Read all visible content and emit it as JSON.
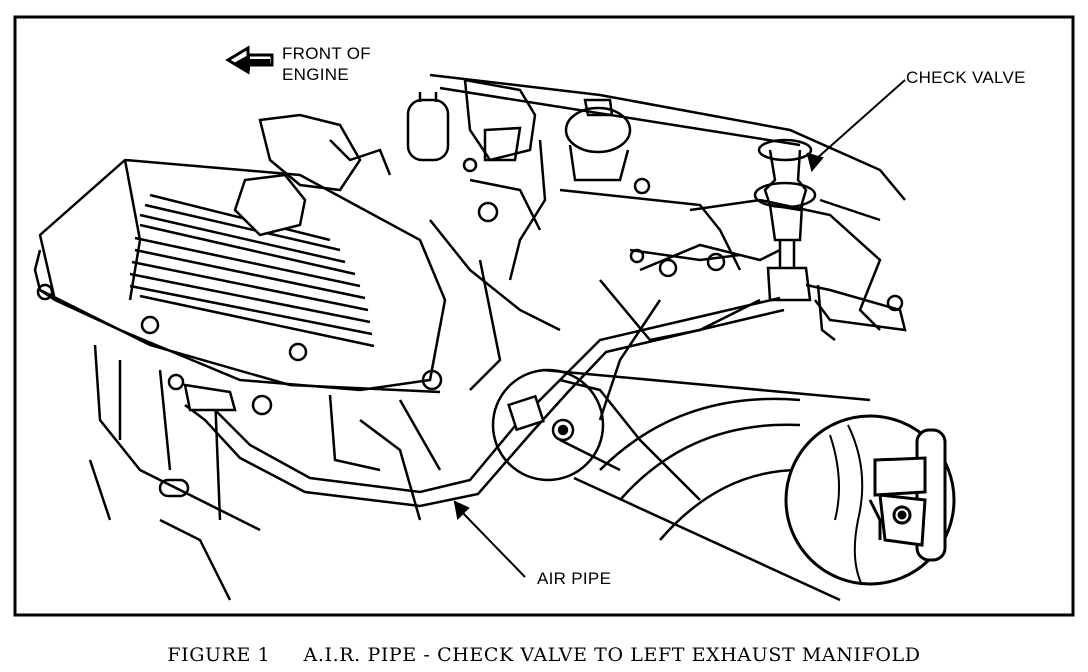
{
  "figure": {
    "labels": {
      "front_line1": "FRONT OF",
      "front_line2": "ENGINE",
      "check_valve": "CHECK VALVE",
      "air_pipe": "AIR PIPE"
    },
    "caption": "FIGURE 1     A.I.R. PIPE - CHECK VALVE TO LEFT EXHAUST MANIFOLD"
  },
  "colors": {
    "ink": "#000000",
    "paper": "#ffffff"
  },
  "icons": [
    "front-arrow-icon"
  ]
}
